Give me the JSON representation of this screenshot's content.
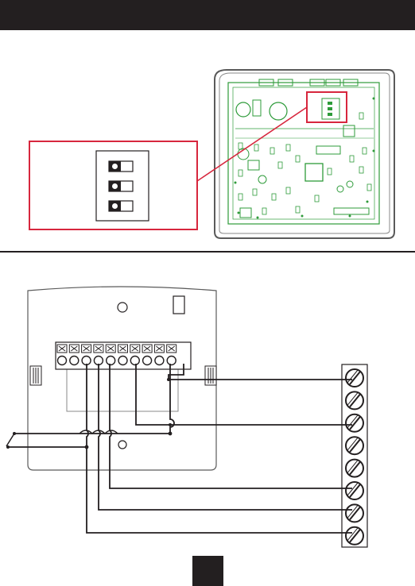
{
  "header": {
    "bar_color": "#231f20"
  },
  "colors": {
    "ink": "#231f20",
    "pcb_trace": "#2e9b3a",
    "highlight": "#d7263d",
    "case_outline": "#5a5a5a"
  },
  "dip_switch": {
    "positions": 3
  },
  "terminal_block": {
    "screws_base": 10,
    "screws_field": 8
  },
  "icons": [
    "dip-switch-icon",
    "screw-terminal-icon",
    "mounting-hole-icon"
  ]
}
